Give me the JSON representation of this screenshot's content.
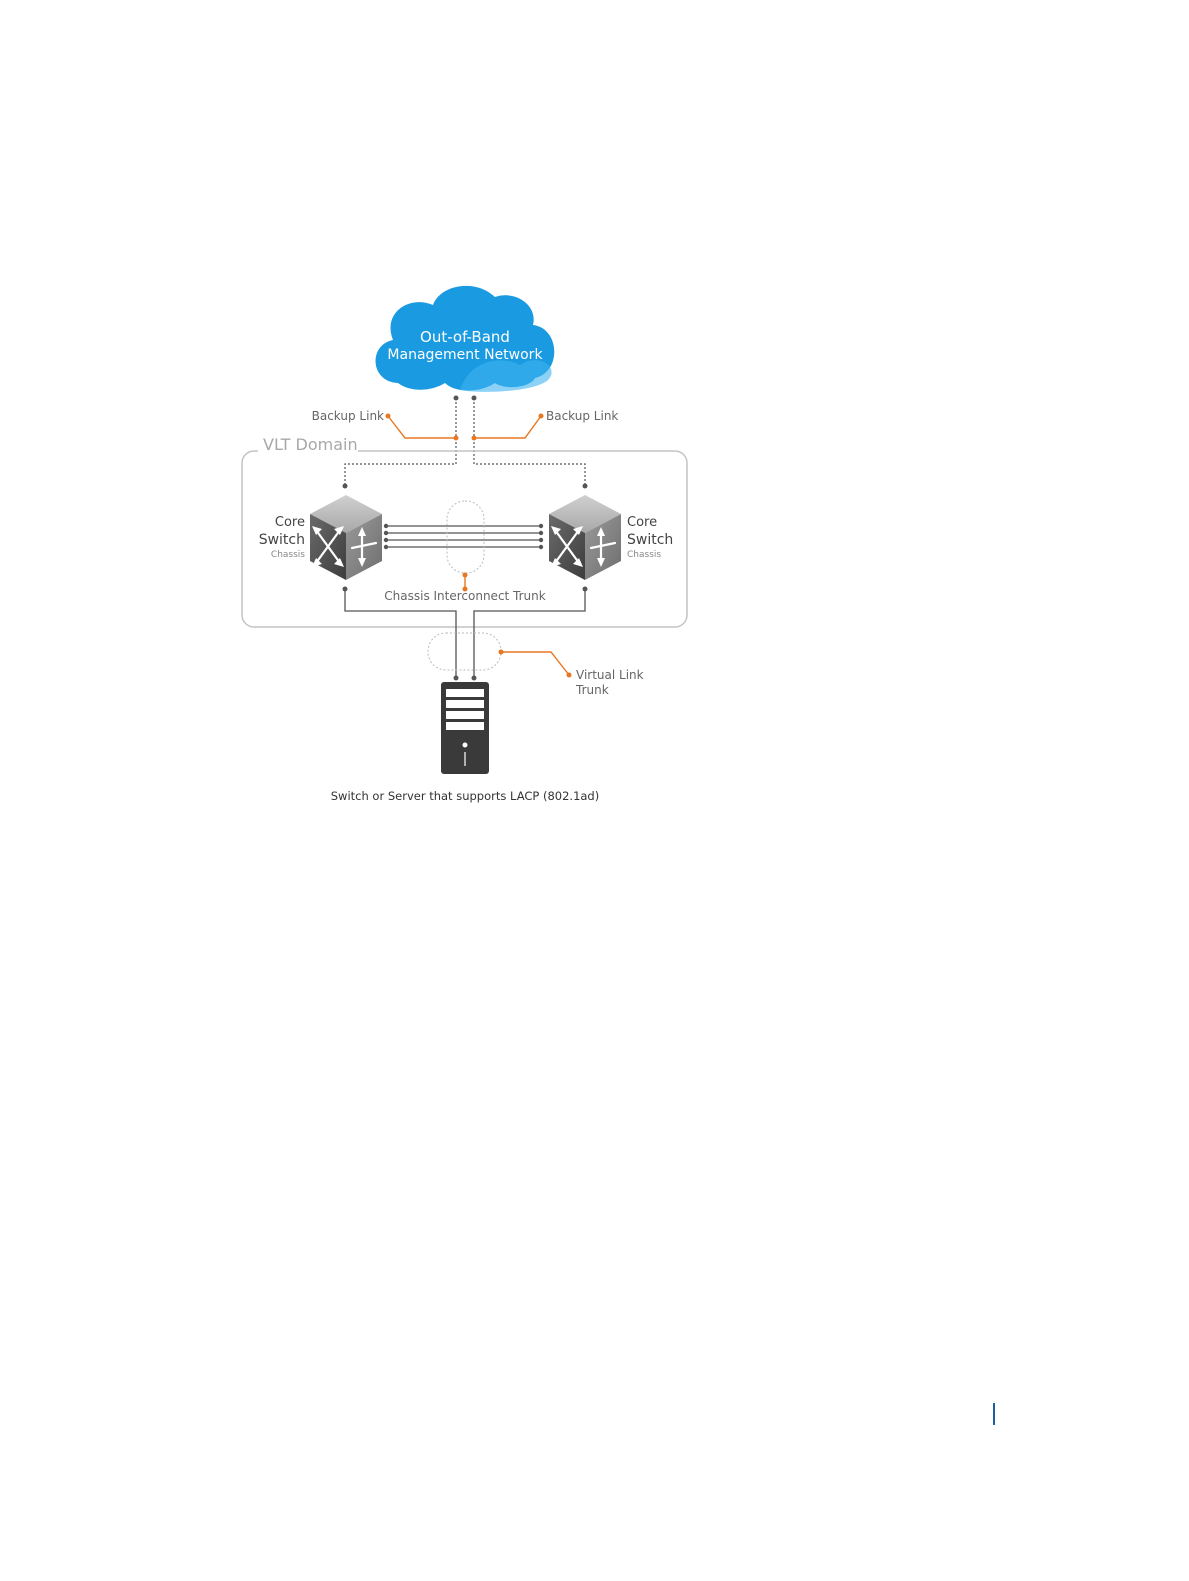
{
  "cloud": {
    "line1": "Out-of-Band",
    "line2": "Management Network",
    "color": "#1a9ae0"
  },
  "labels": {
    "backup_link_left": "Backup Link",
    "backup_link_right": "Backup Link",
    "vlt_domain": "VLT Domain",
    "chassis_interconnect_trunk": "Chassis Interconnect Trunk",
    "virtual_link_trunk_line1": "Virtual Link",
    "virtual_link_trunk_line2": "Trunk",
    "caption": "Switch or Server that supports LACP (802.1ad)"
  },
  "core_switch_left": {
    "line1": "Core",
    "line2": "Switch",
    "line3": "Chassis"
  },
  "core_switch_right": {
    "line1": "Core",
    "line2": "Switch",
    "line3": "Chassis"
  },
  "colors": {
    "accent_orange": "#e87722",
    "link_gray": "#555555",
    "page_marker_blue": "#1a5fa0"
  },
  "icons": {
    "cloud": "cloud-icon",
    "core_switch": "switch-cube-icon",
    "server": "server-tower-icon"
  }
}
